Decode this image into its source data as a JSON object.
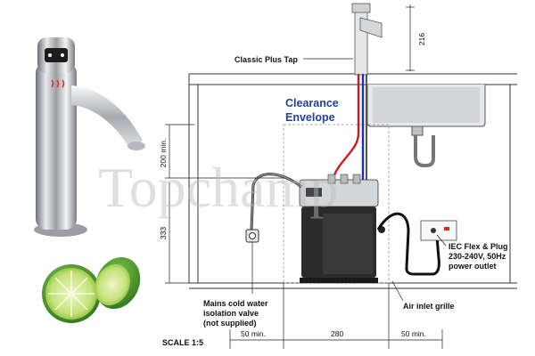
{
  "watermark": "Topchamp",
  "labels": {
    "tap": "Classic Plus Tap",
    "clearance_line1": "Clearance",
    "clearance_line2": "Envelope",
    "valve_line1": "Mains cold water",
    "valve_line2": "isolation valve",
    "valve_line3": "(not supplied)",
    "power_line1": "IEC Flex & Plug",
    "power_line2": "230-240V, 50Hz",
    "power_line3": "power outlet",
    "air_inlet": "Air inlet grille",
    "scale": "SCALE 1:5"
  },
  "dimensions": {
    "tap_height": "216",
    "clearance_above": "200 min.",
    "unit_height": "333",
    "left_gap": "50 min.",
    "unit_width": "280",
    "right_gap": "50 min."
  },
  "colors": {
    "hot_pipe": "#d11a1a",
    "cold_pipe": "#1a2fc8",
    "clearance_text": "#1f3fa0",
    "power_led": "#d92a1a"
  }
}
